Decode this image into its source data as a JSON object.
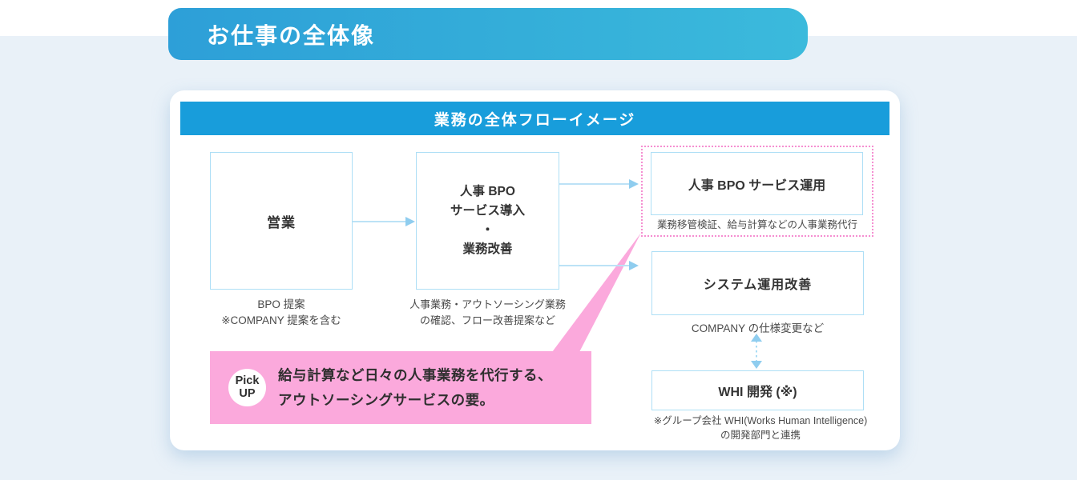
{
  "banner": {
    "title": "お仕事の全体像"
  },
  "card": {
    "header": "業務の全体フローイメージ",
    "flow": {
      "sales_box": {
        "label": "営業",
        "caption_line1": "BPO 提案",
        "caption_line2": "※COMPANY 提案を含む"
      },
      "intro_box": {
        "line1": "人事 BPO",
        "line2": "サービス導入",
        "line3": "・",
        "line4": "業務改善",
        "caption_line1": "人事業務・アウトソーシング業務",
        "caption_line2": "の確認、フロー改善提案など"
      },
      "operation_box": {
        "label": "人事 BPO サービス運用",
        "caption": "業務移管検証、給与計算などの人事業務代行"
      },
      "system_box": {
        "label": "システム運用改善",
        "caption": "COMPANY の仕様変更など"
      },
      "whi_box": {
        "label": "WHI 開発 (※)",
        "caption_line1": "※グループ会社 WHI(Works Human Intelligence)",
        "caption_line2": "の開発部門と連携"
      }
    },
    "pickup": {
      "badge_line1": "Pick",
      "badge_line2": "UP",
      "text_line1": "給与計算など日々の人事業務を代行する、",
      "text_line2": "アウトソーシングサービスの要。"
    }
  },
  "colors": {
    "page_background": "#e9f1f8",
    "banner_gradient_start": "#2d9fd8",
    "banner_gradient_end": "#3bbadc",
    "card_header_blue": "#189ddb",
    "box_border_blue": "#aedff6",
    "arrow_blue": "#8fcdef",
    "pickup_pink": "#fba9dc",
    "dotted_pink": "#f58fd1",
    "text_dark": "#333333"
  }
}
